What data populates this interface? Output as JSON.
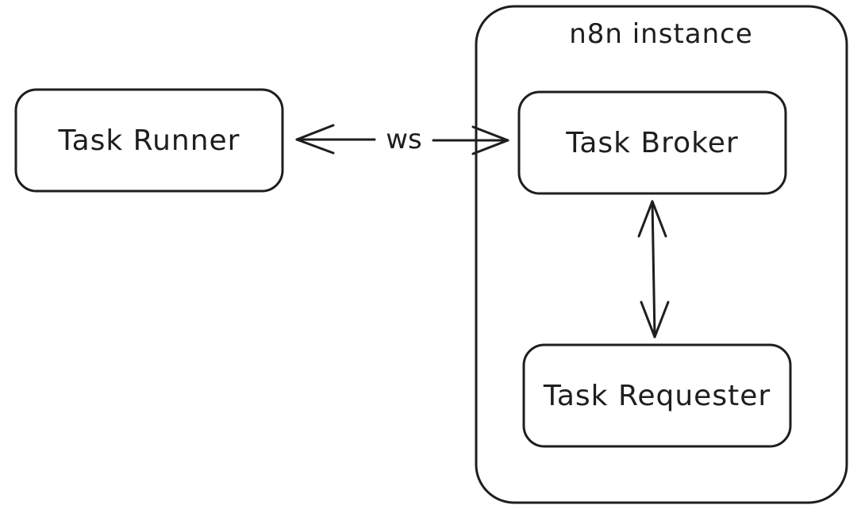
{
  "diagram": {
    "container": {
      "label": "n8n instance"
    },
    "nodes": {
      "task_runner": {
        "label": "Task Runner"
      },
      "task_broker": {
        "label": "Task Broker"
      },
      "task_requester": {
        "label": "Task Requester"
      }
    },
    "edges": {
      "runner_broker": {
        "label": "ws",
        "direction": "bidirectional"
      },
      "broker_requester": {
        "label": "",
        "direction": "bidirectional"
      }
    },
    "colors": {
      "stroke": "#1e1e1e",
      "background": "#ffffff"
    }
  }
}
